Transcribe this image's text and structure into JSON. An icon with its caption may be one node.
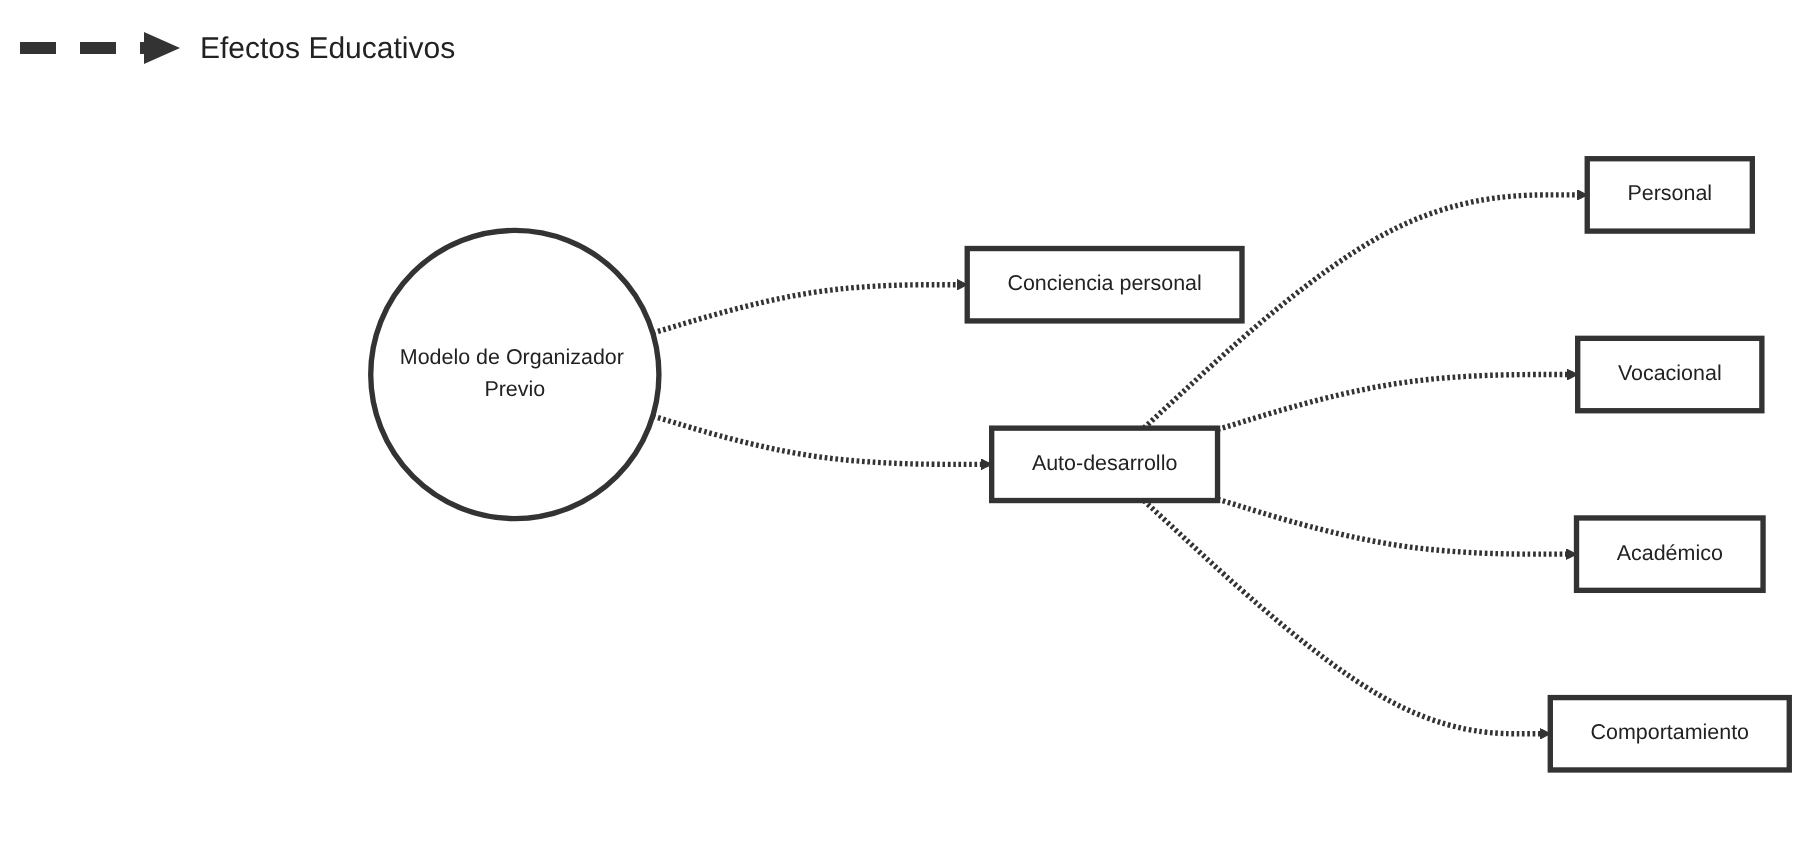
{
  "diagram": {
    "nodes": [
      {
        "text": [
          "Modelo de Organizador Previo"
        ]
      },
      {
        "text": [
          "Conciencia personal"
        ]
      },
      {
        "text": [
          "Auto-desarrollo"
        ]
      },
      {
        "text": [
          "Personal"
        ]
      },
      {
        "text": [
          "Vocacional"
        ]
      },
      {
        "text": [
          "Académico"
        ]
      },
      {
        "text": [
          "Comportamiento"
        ]
      }
    ],
    "edges": [
      {
        "from": 0,
        "to": 1,
        "arrow": "to",
        "style": "dashed"
      },
      {
        "from": 0,
        "to": 2,
        "arrow": "to",
        "style": "dashed"
      },
      {
        "from": 2,
        "to": 3,
        "arrow": "to",
        "style": "dashed"
      },
      {
        "from": 2,
        "to": 4,
        "arrow": "to",
        "style": "dashed"
      },
      {
        "from": 2,
        "to": 5,
        "arrow": "to",
        "style": "dashed"
      },
      {
        "from": 2,
        "to": 6,
        "arrow": "to",
        "style": "dashed"
      }
    ],
    "legend": [
      {
        "text": "Efectos Educativos"
      }
    ]
  }
}
